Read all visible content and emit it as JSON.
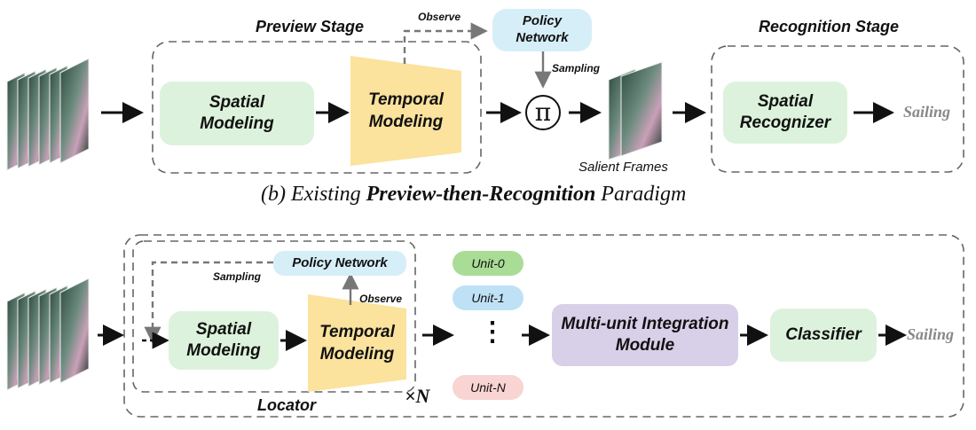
{
  "top": {
    "preview_stage_title": "Preview Stage",
    "recognition_stage_title": "Recognition Stage",
    "observe_label": "Observe",
    "sampling_label": "Sampling",
    "policy_network": "Policy\nNetwork",
    "spatial_modeling": "Spatial\nModeling",
    "temporal_modeling": "Temporal\nModeling",
    "pi_symbol": "π",
    "salient_frames": "Salient Frames",
    "spatial_recognizer": "Spatial\nRecognizer",
    "output_label": "Sailing"
  },
  "caption": {
    "prefix": "(b) Existing ",
    "bold": "Preview-then-Recognition",
    "suffix": " Paradigm"
  },
  "bottom": {
    "policy_network": "Policy Network",
    "sampling_label": "Sampling",
    "observe_label": "Observe",
    "spatial_modeling": "Spatial\nModeling",
    "temporal_modeling": "Temporal\nModeling",
    "locator_label": "Locator",
    "repeat_label": "×N",
    "units": [
      "Unit-0",
      "Unit-1",
      "Unit-N"
    ],
    "ellipsis": "⋮",
    "integration_module": "Multi-unit Integration\nModule",
    "classifier": "Classifier",
    "output_label": "Sailing"
  },
  "colors": {
    "green_box": "#dcf2dc",
    "blue_box": "#d6eef7",
    "yellow_trapezoid": "#fbe29d",
    "purple_box": "#d8cfe8",
    "unit0": "#a9dc95",
    "unit1": "#bfe1f5",
    "unitN": "#f8d4d2",
    "dashed_border": "#666666",
    "output_text": "#888888"
  }
}
